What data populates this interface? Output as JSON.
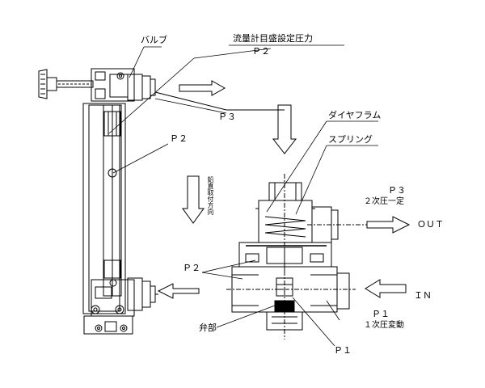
{
  "labels": {
    "valve": "バルブ",
    "flowmeter_setting_pressure": "流量計目盛設定圧力",
    "p2_top": "Ｐ２",
    "p3_left": "Ｐ３",
    "p2_tube": "Ｐ２",
    "diaphragm": "ダイヤフラム",
    "spring": "スプリング",
    "mounting_direction": "鉛直取付方向",
    "p3_right": "Ｐ３",
    "secondary_constant": "２次圧一定",
    "out": "ＯＵＴ",
    "p2_lower": "Ｐ２",
    "in": "ＩＮ",
    "p1_right": "Ｐ１",
    "primary_variable": "１次圧変動",
    "valve_part": "弁部",
    "p1_bottom": "Ｐ１"
  },
  "colors": {
    "line": "#000000",
    "background": "#ffffff"
  }
}
